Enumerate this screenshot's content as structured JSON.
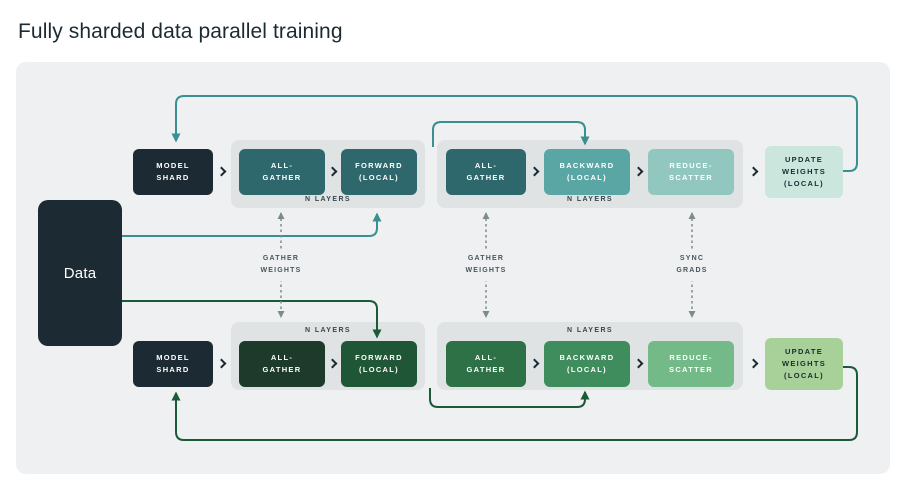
{
  "title": "Fully sharded data parallel training",
  "diagram": {
    "data_box": "Data",
    "top_row": {
      "model_shard": "MODEL\nSHARD",
      "all_gather_1": "ALL-\nGATHER",
      "forward": "FORWARD\n(LOCAL)",
      "n_layers_1": "N LAYERS",
      "all_gather_2": "ALL-\nGATHER",
      "backward": "BACKWARD\n(LOCAL)",
      "reduce_scatter": "REDUCE-\nSCATTER",
      "n_layers_2": "N LAYERS",
      "update_weights": "UPDATE\nWEIGHTS\n(LOCAL)"
    },
    "bottom_row": {
      "model_shard": "MODEL\nSHARD",
      "all_gather_1": "ALL-\nGATHER",
      "forward": "FORWARD\n(LOCAL)",
      "n_layers_1": "N LAYERS",
      "all_gather_2": "ALL-\nGATHER",
      "backward": "BACKWARD\n(LOCAL)",
      "reduce_scatter": "REDUCE-\nSCATTER",
      "n_layers_2": "N LAYERS",
      "update_weights": "UPDATE\nWEIGHTS\n(LOCAL)"
    },
    "connectors": {
      "gather_weights_1": "GATHER\nWEIGHTS",
      "gather_weights_2": "GATHER\nWEIGHTS",
      "sync_grads": "SYNC\nGRADS"
    },
    "colors": {
      "title_text": "#1c2b33",
      "canvas_bg": "#eef0f1",
      "group_bg": "#dfe3e4",
      "dark_navy": "#1c2b33",
      "teal_dark": "#2e686d",
      "teal_mid": "#5aa6a5",
      "teal_light": "#92c7c0",
      "mint": "#cbe7dd",
      "green_darkest": "#1e3a2b",
      "green_dark": "#1f5636",
      "green_mid_dark": "#2e7147",
      "green_mid": "#3f8c5c",
      "green_light": "#74b988",
      "green_lightest": "#a7d199",
      "teal_arrow": "#3a8f90",
      "green_arrow": "#1b5a36",
      "dashed_arrow": "#7d8a8f"
    }
  }
}
